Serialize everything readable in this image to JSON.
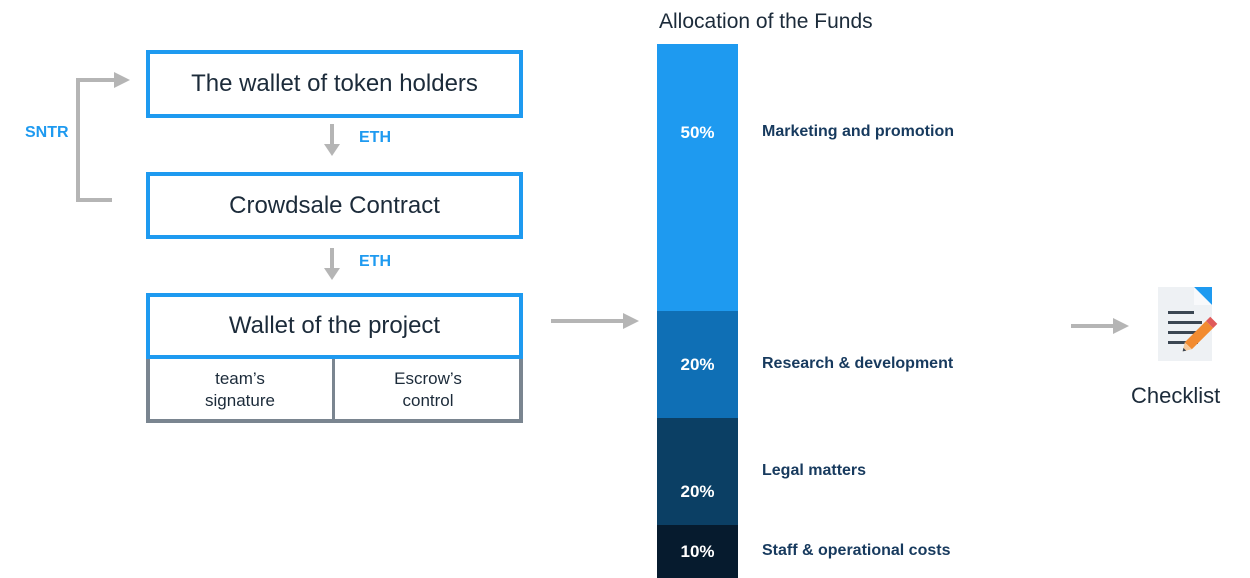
{
  "flow": {
    "token_holders": "The wallet of token holders",
    "crowdsale": "Crowdsale Contract",
    "project_wallet": "Wallet of the project",
    "team_signature": "team’s signature",
    "escrow_control": "Escrow’s control",
    "eth_label_1": "ETH",
    "eth_label_2": "ETH",
    "sntr_label": "SNTR"
  },
  "chart_data": {
    "type": "bar",
    "title": "Allocation of the Funds",
    "categories": [
      "Marketing and promotion",
      "Research  & development",
      "Legal matters",
      "Staff & operational costs"
    ],
    "values": [
      50,
      20,
      20,
      10
    ],
    "value_labels": [
      "50%",
      "20%",
      "20%",
      "10%"
    ],
    "colors": [
      "#1e9af0",
      "#0f6fb5",
      "#0b3f64",
      "#061b2e"
    ],
    "stacked": true
  },
  "checklist": {
    "label": "Checklist",
    "icon": "document-pencil-icon"
  },
  "colors": {
    "accent": "#1e9af0",
    "arrow_gray": "#b5b5b5",
    "box_gray": "#7a8590"
  }
}
